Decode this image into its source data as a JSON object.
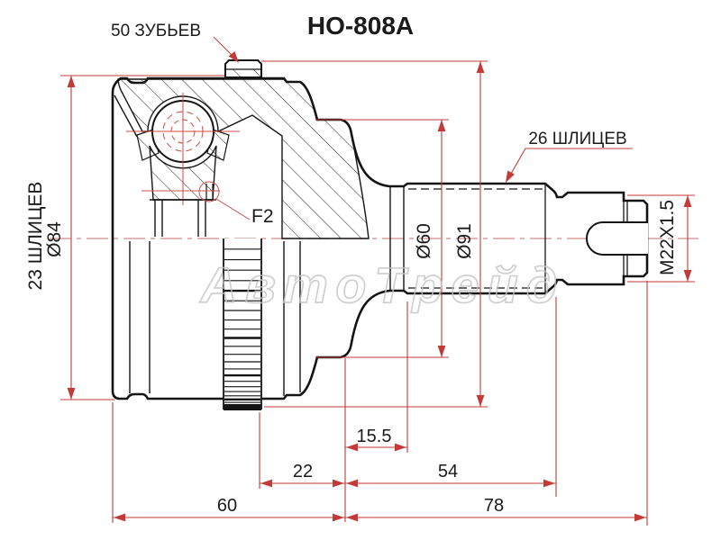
{
  "drawing": {
    "title": "HO-808A",
    "watermark": "АвтоТрейд",
    "labels": {
      "abs_teeth": "50 ЗУБЬЕВ",
      "outer_splines": "26 ШЛИЦЕВ",
      "inner_splines": "23 ШЛИЦЕВ",
      "detail_callout": "F2"
    },
    "dimensions": {
      "body_outer_diameter": "Ø84",
      "boot_seat_diameter": "Ø60",
      "abs_ring_diameter": "Ø91",
      "thread_spec": "M22X1.5",
      "len_spline_offset": "15.5",
      "len_abs_to_face": "22",
      "len_spline_end": "54",
      "len_body": "60",
      "len_shaft": "78"
    },
    "colors": {
      "line": "#141414",
      "dimension": "#c23b36",
      "centerline": "#d08b88",
      "watermark": "#c4c4c4"
    }
  }
}
